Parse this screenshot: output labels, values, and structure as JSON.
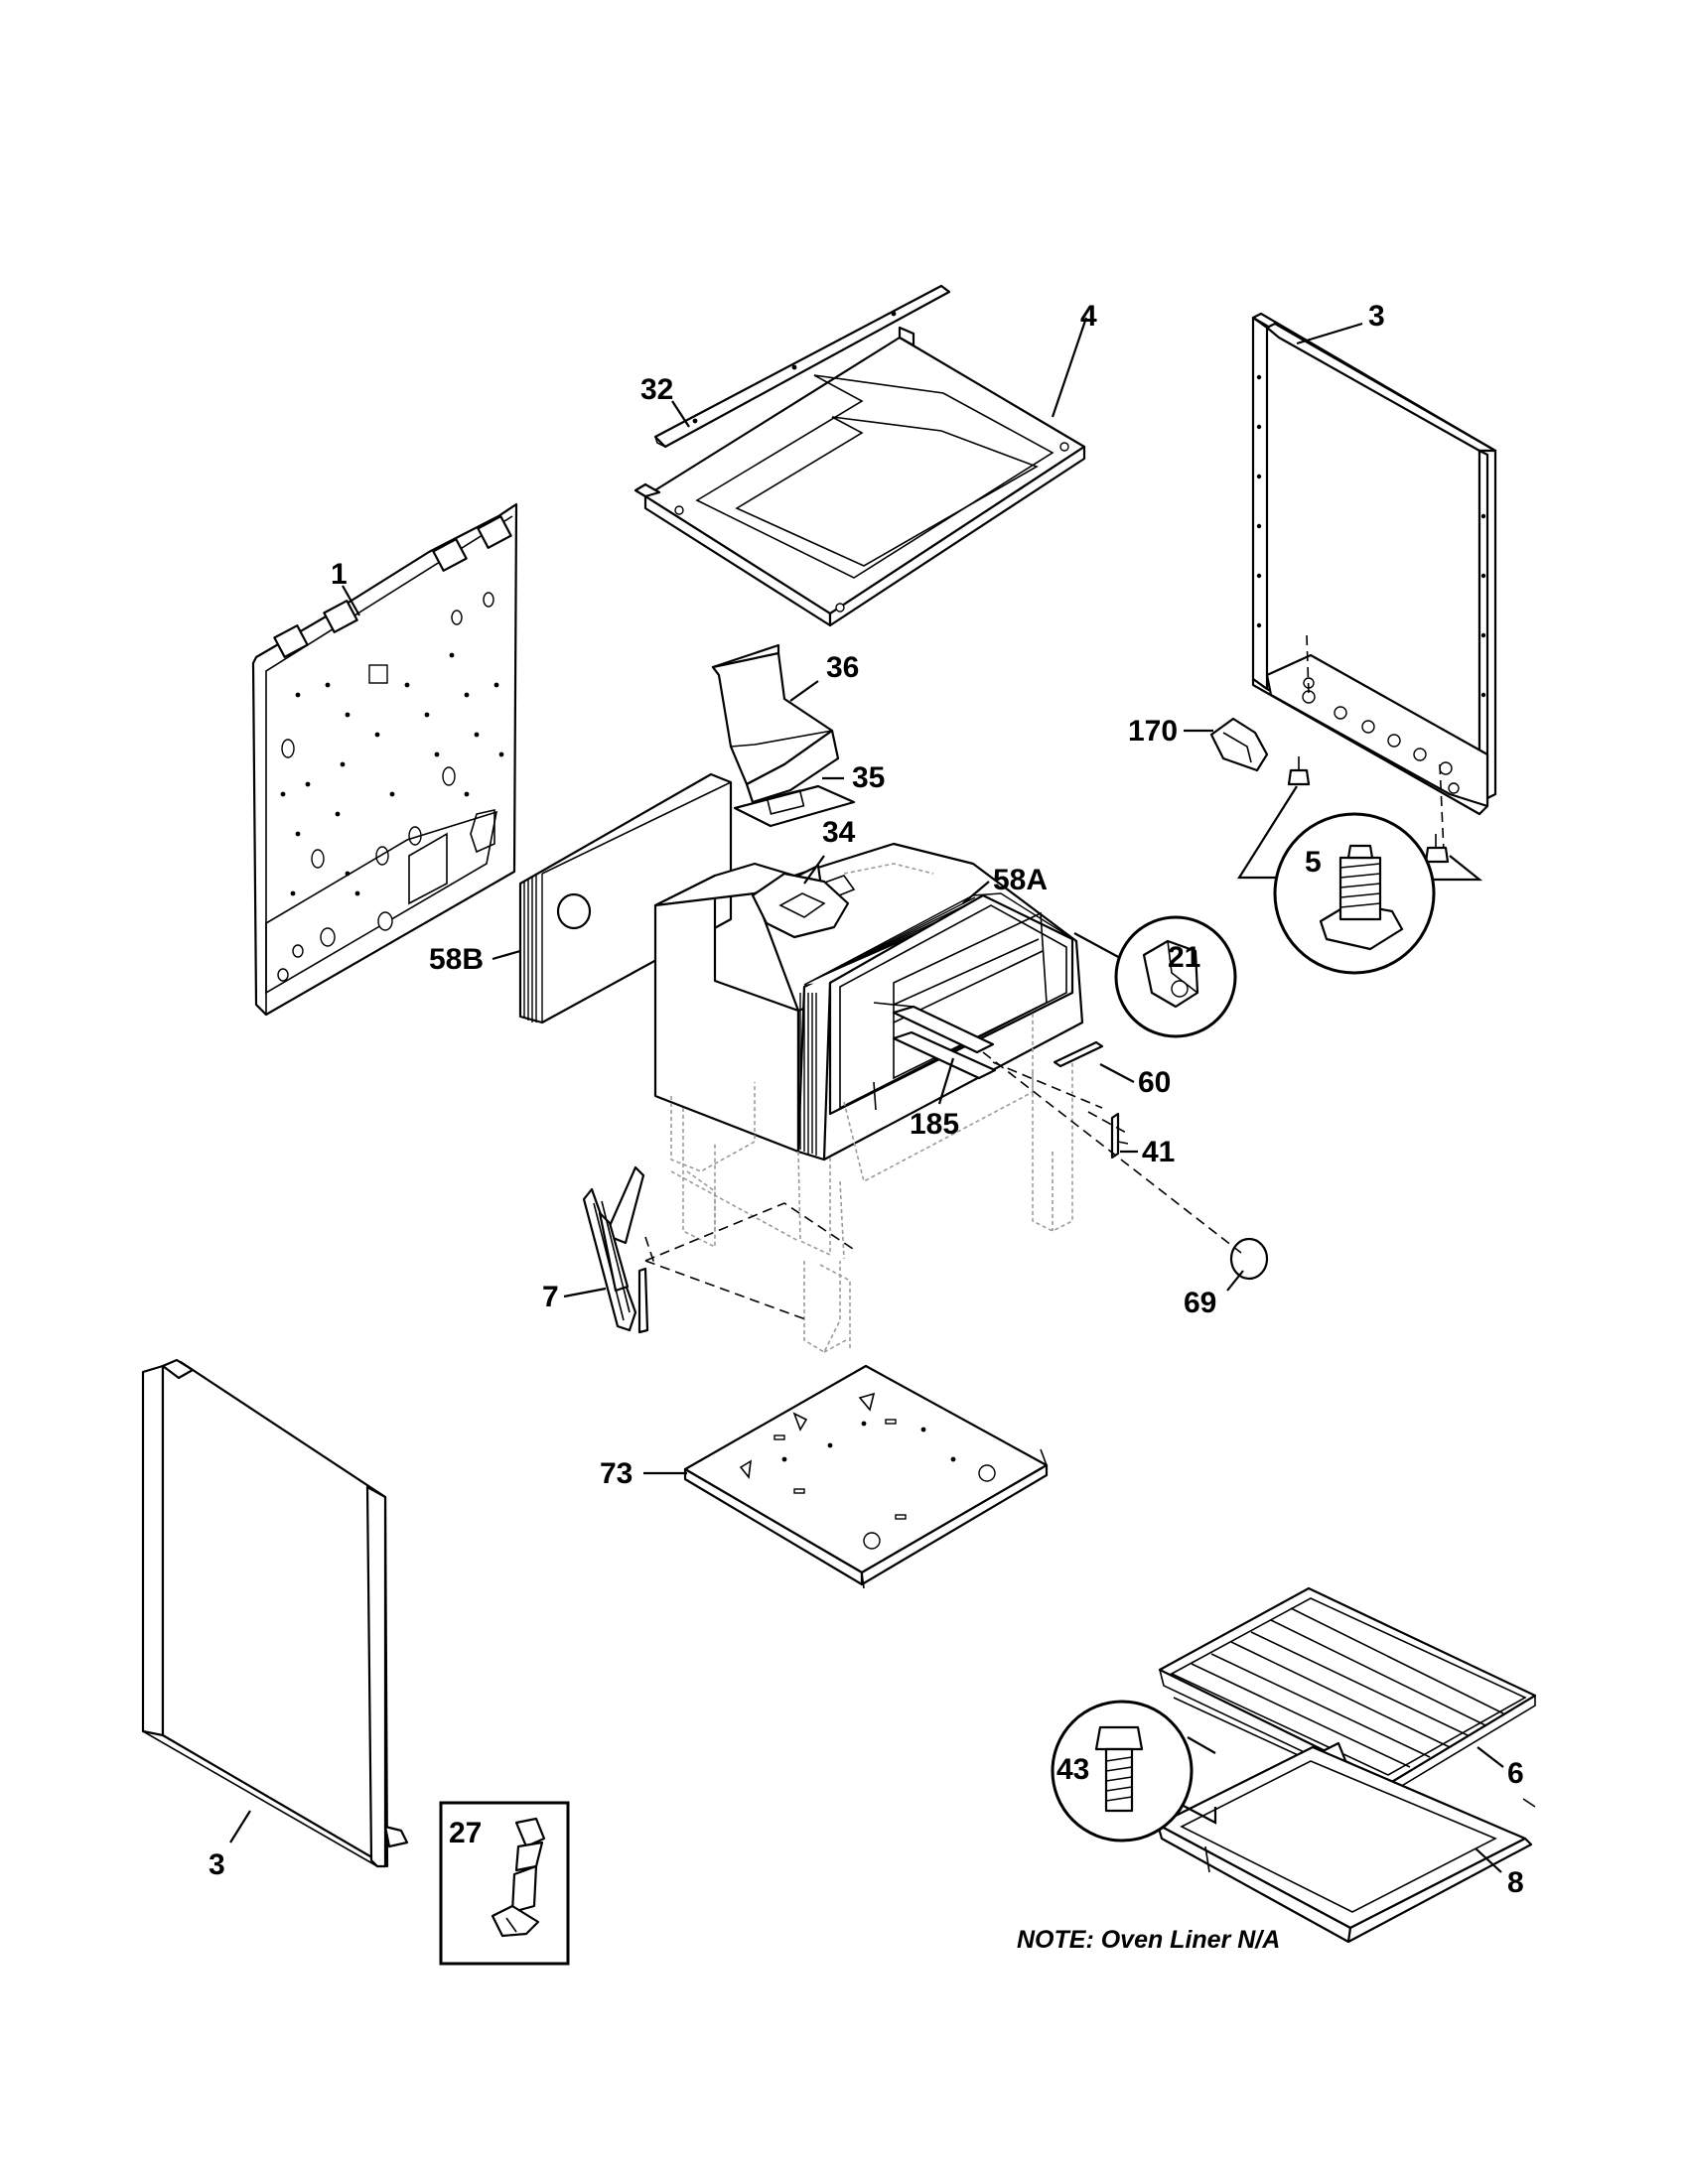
{
  "labels": {
    "p1": "1",
    "p3_side_right": "3",
    "p3_side_left": "3",
    "p4": "4",
    "p5": "5",
    "p6": "6",
    "p7": "7",
    "p8": "8",
    "p21": "21",
    "p27": "27",
    "p32": "32",
    "p34": "34",
    "p35": "35",
    "p36": "36",
    "p41": "41",
    "p43": "43",
    "p58A": "58A",
    "p58B": "58B",
    "p60": "60",
    "p69": "69",
    "p73": "73",
    "p170": "170",
    "p185": "185"
  },
  "note": "NOTE: Oven Liner N/A"
}
